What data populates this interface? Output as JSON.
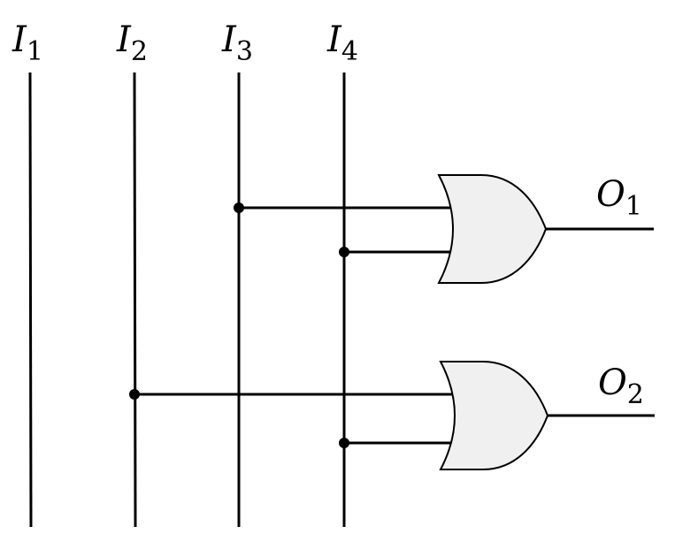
{
  "diagram": {
    "type": "logic-circuit",
    "inputs": [
      {
        "id": "I1",
        "letter": "I",
        "sub": "1"
      },
      {
        "id": "I2",
        "letter": "I",
        "sub": "2"
      },
      {
        "id": "I3",
        "letter": "I",
        "sub": "3"
      },
      {
        "id": "I4",
        "letter": "I",
        "sub": "4"
      }
    ],
    "gates": [
      {
        "id": "gate1",
        "kind": "OR",
        "inputs": [
          "I3",
          "I4"
        ],
        "output": "O1"
      },
      {
        "id": "gate2",
        "kind": "OR",
        "inputs": [
          "I2",
          "I4"
        ],
        "output": "O2"
      }
    ],
    "outputs": [
      {
        "id": "O1",
        "letter": "O",
        "sub": "1"
      },
      {
        "id": "O2",
        "letter": "O",
        "sub": "2"
      }
    ],
    "colors": {
      "wire": "#000000",
      "gate_fill": "#f0f0f0",
      "background": "#ffffff"
    }
  }
}
